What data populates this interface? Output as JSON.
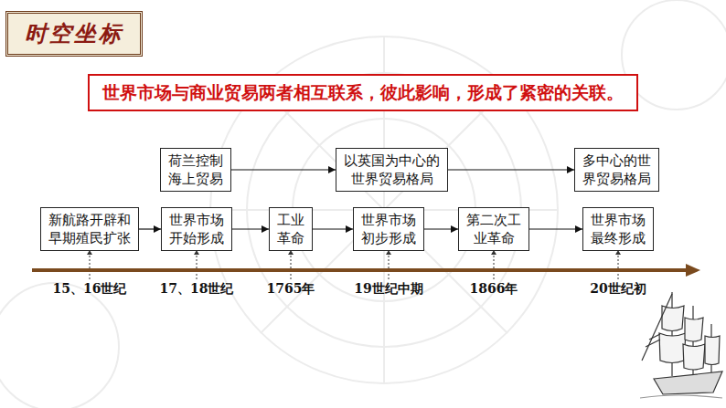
{
  "diagram": {
    "title": "时空坐标",
    "nodes": [
      {
        "text": [
          "世界市场与商业贸易两者相互联系，彼此影响，形成了紧密的关联。"
        ]
      },
      {
        "text": [
          "荷兰控制 海上贸易"
        ]
      },
      {
        "text": [
          "以英国为中心的 世界贸易格局"
        ]
      },
      {
        "text": [
          "多中心的世 界贸易格局"
        ]
      },
      {
        "text": [
          "新航路开辟和 早期殖民扩张"
        ]
      },
      {
        "text": [
          "世界市场 开始形成"
        ]
      },
      {
        "text": [
          "工业 革命"
        ]
      },
      {
        "text": [
          "世界市场 初步形成"
        ]
      },
      {
        "text": [
          "第二次工 业革命"
        ]
      },
      {
        "text": [
          "世界市场 最终形成"
        ]
      }
    ],
    "edges": [
      {
        "from": 1,
        "to": 2,
        "arrow": "to"
      },
      {
        "from": 2,
        "to": 3,
        "arrow": "to"
      },
      {
        "from": 4,
        "to": 5,
        "arrow": "to"
      },
      {
        "from": 5,
        "to": 6,
        "arrow": "to"
      },
      {
        "from": 6,
        "to": 7,
        "arrow": "to"
      },
      {
        "from": 7,
        "to": 8,
        "arrow": "to"
      },
      {
        "from": 8,
        "to": 9,
        "arrow": "to"
      }
    ],
    "labels": [
      "15、16世纪",
      "17、18世纪",
      "1765年",
      "19世纪中期",
      "1866年",
      "20世纪初"
    ]
  }
}
